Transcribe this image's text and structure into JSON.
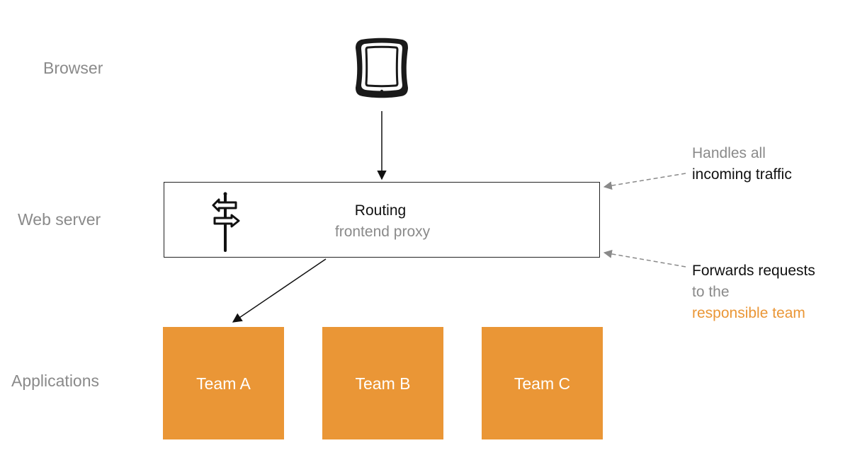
{
  "layers": {
    "browser": "Browser",
    "web_server": "Web server",
    "applications": "Applications"
  },
  "router": {
    "title": "Routing",
    "subtitle": "frontend proxy",
    "icon": "signpost-icon"
  },
  "device": {
    "icon": "tablet-icon"
  },
  "teams": [
    {
      "label": "Team A"
    },
    {
      "label": "Team B"
    },
    {
      "label": "Team C"
    }
  ],
  "notes": {
    "traffic": {
      "line1": "Handles all",
      "line2": "incoming traffic"
    },
    "forward": {
      "line1": "Forwards requests",
      "line2": "to the",
      "line3": "responsible team"
    }
  },
  "colors": {
    "team_fill": "#ea9636",
    "label_gray": "#8a8a8a",
    "text_dark": "#111111",
    "highlight": "#ea9636"
  }
}
